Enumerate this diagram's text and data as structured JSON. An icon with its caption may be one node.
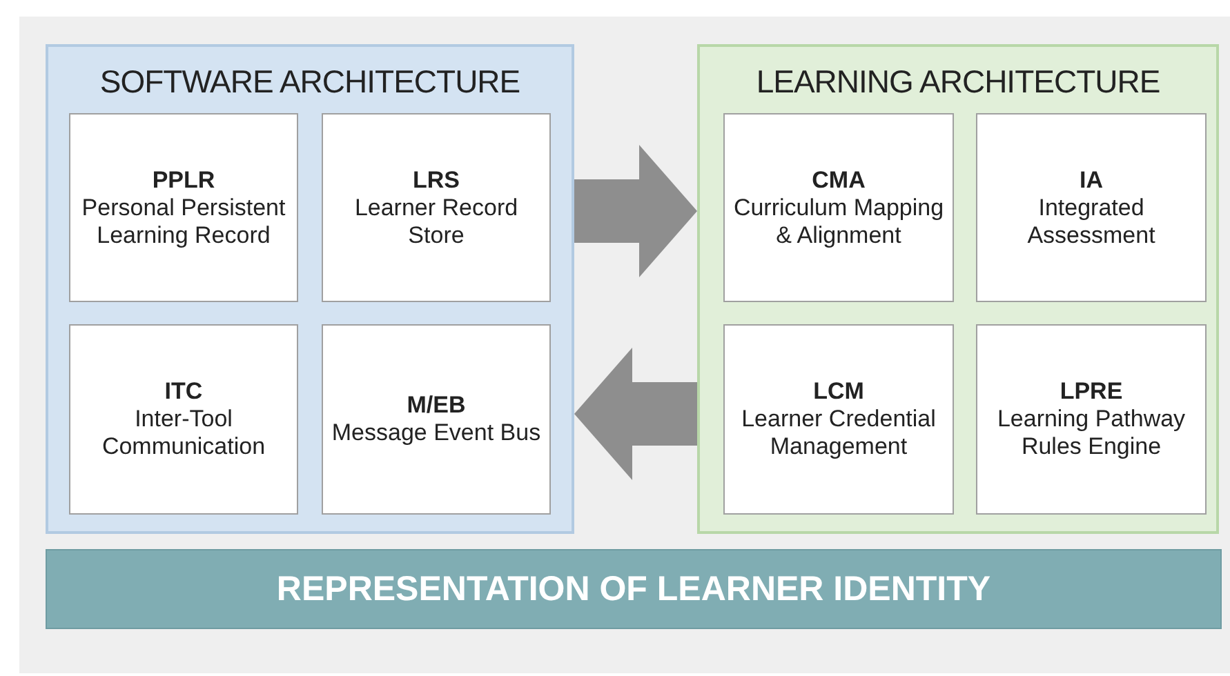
{
  "diagram": {
    "nodes": [
      {
        "text": [
          "SOFTWARE ARCHITECTURE"
        ]
      },
      {
        "text": [
          "PPLR",
          "Personal Persistent Learning Record"
        ],
        "in": 0
      },
      {
        "text": [
          "LRS",
          "Learner Record Store"
        ],
        "in": 0
      },
      {
        "text": [
          "ITC",
          "Inter-Tool Communication"
        ],
        "in": 0
      },
      {
        "text": [
          "M/EB",
          "Message Event Bus"
        ],
        "in": 0
      },
      {
        "text": [
          "LEARNING ARCHITECTURE"
        ]
      },
      {
        "text": [
          "CMA",
          "Curriculum Mapping & Alignment"
        ],
        "in": 5
      },
      {
        "text": [
          "IA",
          "Integrated Assessment"
        ],
        "in": 5
      },
      {
        "text": [
          "LCM",
          "Learner Credential Management"
        ],
        "in": 5
      },
      {
        "text": [
          "LPRE",
          "Learning Pathway Rules Engine"
        ],
        "in": 5
      },
      {
        "text": [
          "REPRESENTATION OF LEARNER IDENTITY"
        ]
      }
    ],
    "edges": [
      {
        "from": 0,
        "to": 5,
        "arrow": "to"
      },
      {
        "from": 5,
        "to": 0,
        "arrow": "to"
      }
    ]
  }
}
